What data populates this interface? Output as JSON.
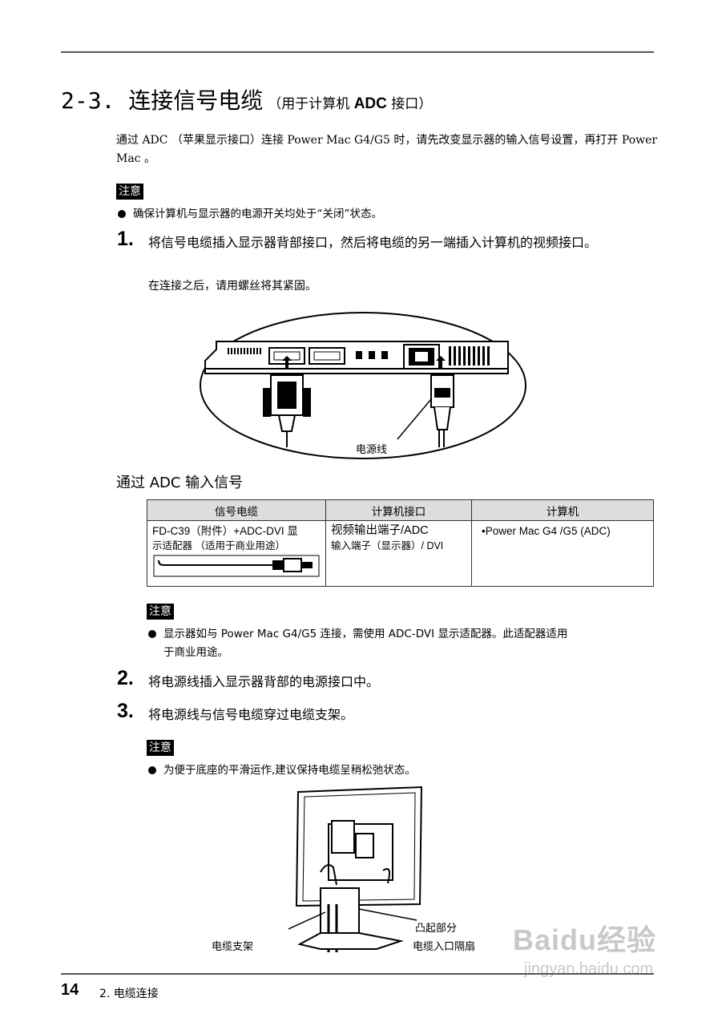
{
  "section": {
    "title": "2-3. 连接信号电缆",
    "subtitle_open": "（用于计算机 ",
    "subtitle_bold": "ADC",
    "subtitle_close": " 接口）"
  },
  "intro": "通过 ADC （苹果显示接口）连接 Power Mac G4/G5 时，请先改变显示器的输入信号设置，再打开 Power Mac 。",
  "note_label": "注意",
  "note1": "确保计算机与显示器的电源开关均处于“关闭”状态。",
  "step1": {
    "number": "1.",
    "text": "将信号电缆插入显示器背部接口，然后将电缆的另一端插入计算机的视频接口。",
    "sub": "在连接之后，请用螺丝将其紧固。"
  },
  "figure1": {
    "power_cable_label": "电源线"
  },
  "input_heading": "通过 ADC 输入信号",
  "table": {
    "headers": [
      "信号电缆",
      "计算机接口",
      "计算机"
    ],
    "cable_line1": "FD-C39（附件）+ADC-DVI 显",
    "cable_line2": "示适配器  （适用于商业用途）",
    "port_line1": "视频输出端子/ADC",
    "port_line2": "输入端子（显示器）/ DVI",
    "computer": "•Power Mac G4 /G5 (ADC)"
  },
  "note2_line1": "显示器如与 Power Mac G4/G5 连接，需使用 ADC-DVI 显示适配器。此适配器适用",
  "note2_line2": "于商业用途。",
  "step2": {
    "number": "2.",
    "text": "将电源线插入显示器背部的电源接口中。"
  },
  "step3": {
    "number": "3.",
    "text": "将电源线与信号电缆穿过电缆支架。"
  },
  "note3": "为便于底座的平滑运作,建议保持电缆呈稍松弛状态。",
  "figure2": {
    "holder_label": "电缆支架",
    "bump_label": "凸起部分",
    "inlet_label": "电缆入口隔扇"
  },
  "footer": {
    "page": "14",
    "chapter": "2.  电缆连接"
  },
  "watermark": {
    "brand": "Baidu经验",
    "url": "jingyan.baidu.com"
  }
}
